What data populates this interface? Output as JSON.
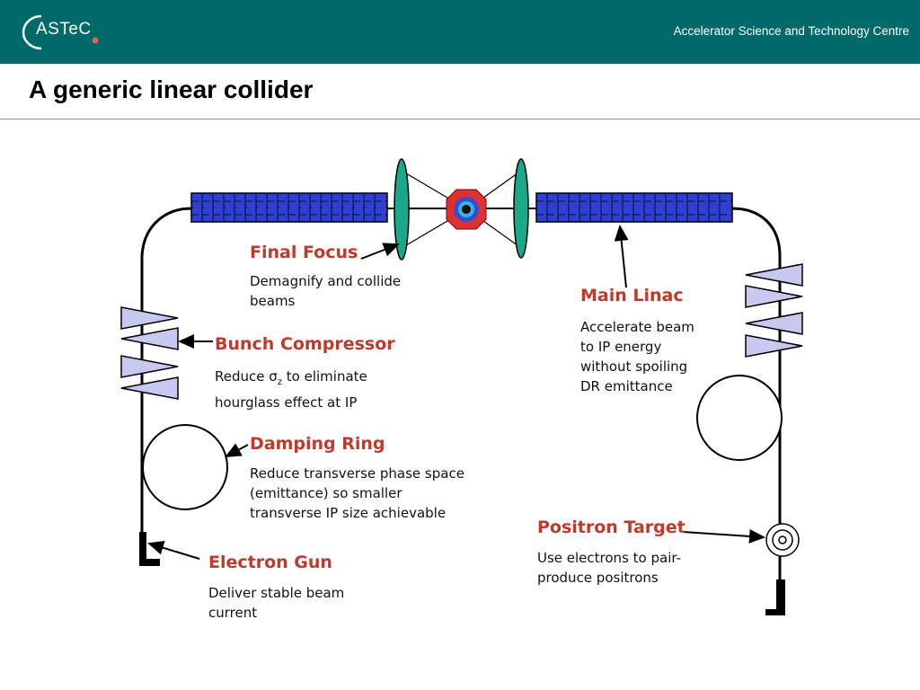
{
  "header": {
    "logo_text": "ASTeC",
    "org_name": "Accelerator Science and Technology Centre"
  },
  "slide": {
    "title": "A generic linear collider"
  },
  "components": {
    "final_focus": {
      "label": "Final Focus",
      "desc": [
        "Demagnify and collide",
        "beams"
      ]
    },
    "main_linac": {
      "label": "Main Linac",
      "desc": [
        "Accelerate beam",
        "to IP energy",
        "without spoiling",
        "DR emittance"
      ]
    },
    "bunch_compressor": {
      "label": "Bunch Compressor",
      "desc_pre": "Reduce σ",
      "desc_sub": "z",
      "desc_post": " to eliminate",
      "desc_line2": "hourglass effect at IP"
    },
    "damping_ring": {
      "label": "Damping Ring",
      "desc": [
        "Reduce transverse phase space",
        "(emittance) so smaller",
        "transverse IP size achievable"
      ]
    },
    "positron_target": {
      "label": "Positron Target",
      "desc": [
        "Use electrons to pair-",
        "produce positrons"
      ]
    },
    "electron_gun": {
      "label": "Electron Gun",
      "desc": [
        "Deliver stable beam",
        "current"
      ]
    }
  },
  "colors": {
    "header_bg": "#006a6b",
    "label": "#c0392b",
    "linac": "#2f3fcf",
    "lens": "#1aa88a",
    "magnet": "#c8c8f0",
    "detector_outer": "#e03030"
  }
}
